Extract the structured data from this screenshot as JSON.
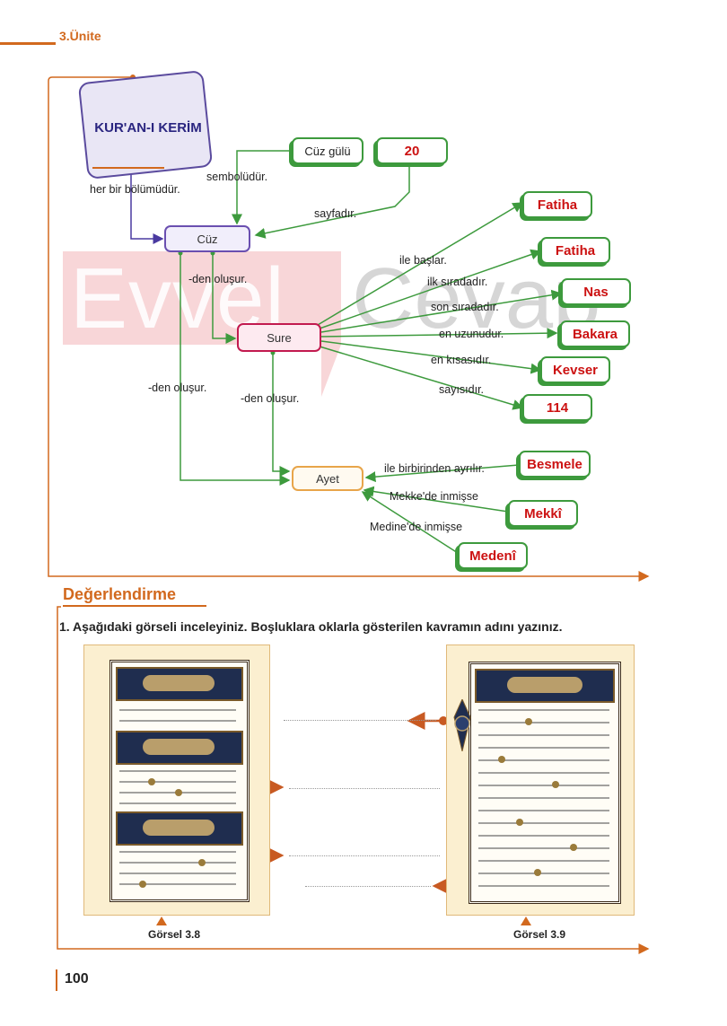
{
  "header": {
    "unit": "3.Ünite"
  },
  "concept_map": {
    "kuran": "KUR'AN-I KERİM",
    "cuz": "Cüz",
    "sure": "Sure",
    "ayet": "Ayet",
    "cuz_gulu": "Cüz gülü",
    "answers": {
      "cuz_sayfa": "20",
      "ilk_sure": "Fatiha",
      "ilk_sira": "Fatiha",
      "son_sira": "Nas",
      "en_uzun": "Bakara",
      "en_kisa": "Kevser",
      "sayi": "114",
      "ayirici": "Besmele",
      "mekke": "Mekkî",
      "medine": "Medenî"
    },
    "relations": {
      "bolum": "her bir bölümüdür.",
      "sembol": "sembolüdür.",
      "sayfa": "sayfadır.",
      "cuz_den": "-den oluşur.",
      "ayet_den_left": "-den oluşur.",
      "ayet_den_mid": "-den oluşur.",
      "baslar": "ile başlar.",
      "ilk": "ilk sıradadır.",
      "son": "son sıradadır.",
      "uzun": "en uzunudur.",
      "kisa": "en kısasıdır.",
      "sayisi": "sayısıdır.",
      "ayrilir": "ile birbirinden ayrılır.",
      "mekke": "Mekke'de inmişse",
      "medine": "Medine'de inmişse"
    }
  },
  "watermark": {
    "left": "Evvel",
    "right": "Cevap"
  },
  "evaluation": {
    "title": "Değerlendirme",
    "question": "1. Aşağıdaki görseli inceleyiniz. Boşluklara oklarla gösterilen kavramın adını yazınız.",
    "caption_1": "Görsel 3.8",
    "caption_2": "Görsel 3.9"
  },
  "page_number": "100",
  "colors": {
    "accent": "#d2691e",
    "green": "#3d9a3d",
    "red": "#cc1111",
    "purple": "#5b4b9e",
    "sure": "#c21a4f"
  }
}
